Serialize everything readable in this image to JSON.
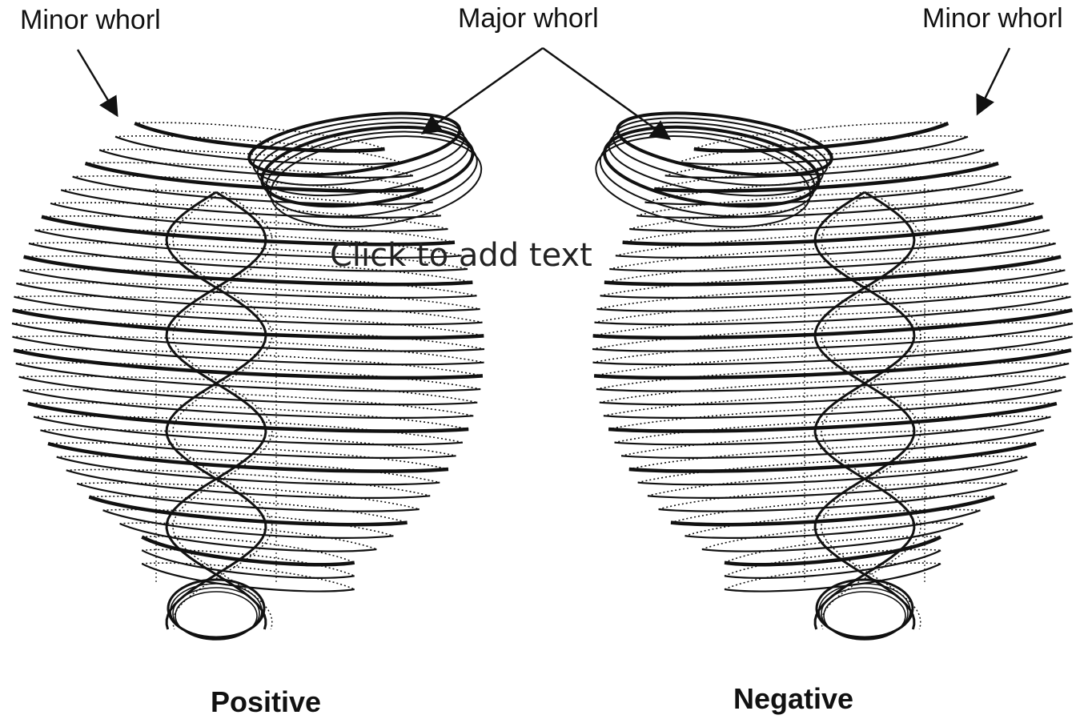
{
  "labels": {
    "minor_left": "Minor whorl",
    "major": "Major whorl",
    "minor_right": "Minor whorl",
    "positive": "Positive",
    "negative": "Negative"
  },
  "placeholder": "Click to add text",
  "colors": {
    "ink": "#111111",
    "background": "#ffffff"
  }
}
